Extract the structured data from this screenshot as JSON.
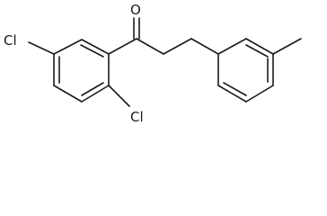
{
  "molecule": {
    "atoms": {
      "oxygen": "O",
      "chlorine_left": "Cl",
      "chlorine_bottom": "Cl"
    },
    "line_color": "#1a1a1a",
    "background": "#ffffff"
  }
}
